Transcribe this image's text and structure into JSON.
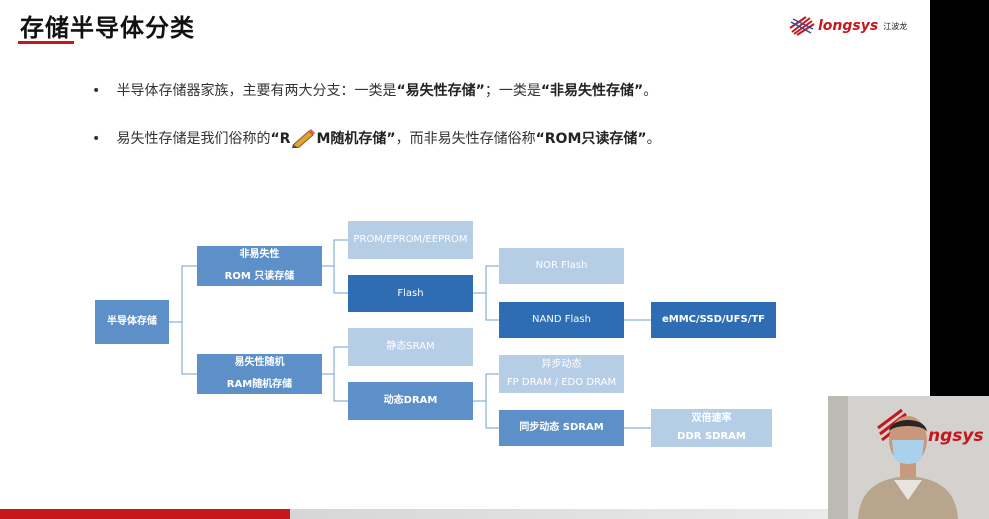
{
  "slide": {
    "title": "存储半导体分类",
    "logo": {
      "brand": "longsys",
      "cn": "江波龙"
    },
    "bullets": [
      {
        "pre": "半导体存储器家族，主要有两大分支：一类是",
        "b1": "“易失性存储”",
        "mid": "；一类是",
        "b2": "“非易失性存储”",
        "post": "。"
      },
      {
        "pre": "易失性存储是我们俗称的",
        "b1a": "“R",
        "b1b": "M随机存储”",
        "mid": "，而非易失性存储俗称",
        "b2": "“ROM只读存储”",
        "post": "。"
      }
    ]
  },
  "diagram": {
    "root": "半导体存储",
    "nonvolatile": {
      "line1": "非易失性",
      "line2": "ROM 只读存储"
    },
    "volatile": {
      "line1": "易失性随机",
      "line2": "RAM随机存储"
    },
    "prom": "PROM/EPROM/EEPROM",
    "flash": "Flash",
    "nor": "NOR Flash",
    "nand": "NAND Flash",
    "emmc": "eMMC/SSD/UFS/TF",
    "sram": "静态SRAM",
    "dram": "动态DRAM",
    "async": {
      "line1": "异步动态",
      "line2": "FP DRAM / EDO DRAM"
    },
    "sync": "同步动态 SDRAM",
    "ddr": {
      "line1": "双倍速率",
      "line2": "DDR SDRAM"
    }
  },
  "webcam": {
    "backdrop_brand": "ngsys"
  },
  "colors": {
    "accent_red": "#c8161d",
    "box_mid": "#5d8fc8",
    "box_light": "#b6cde6",
    "box_dark": "#2e6db3"
  }
}
